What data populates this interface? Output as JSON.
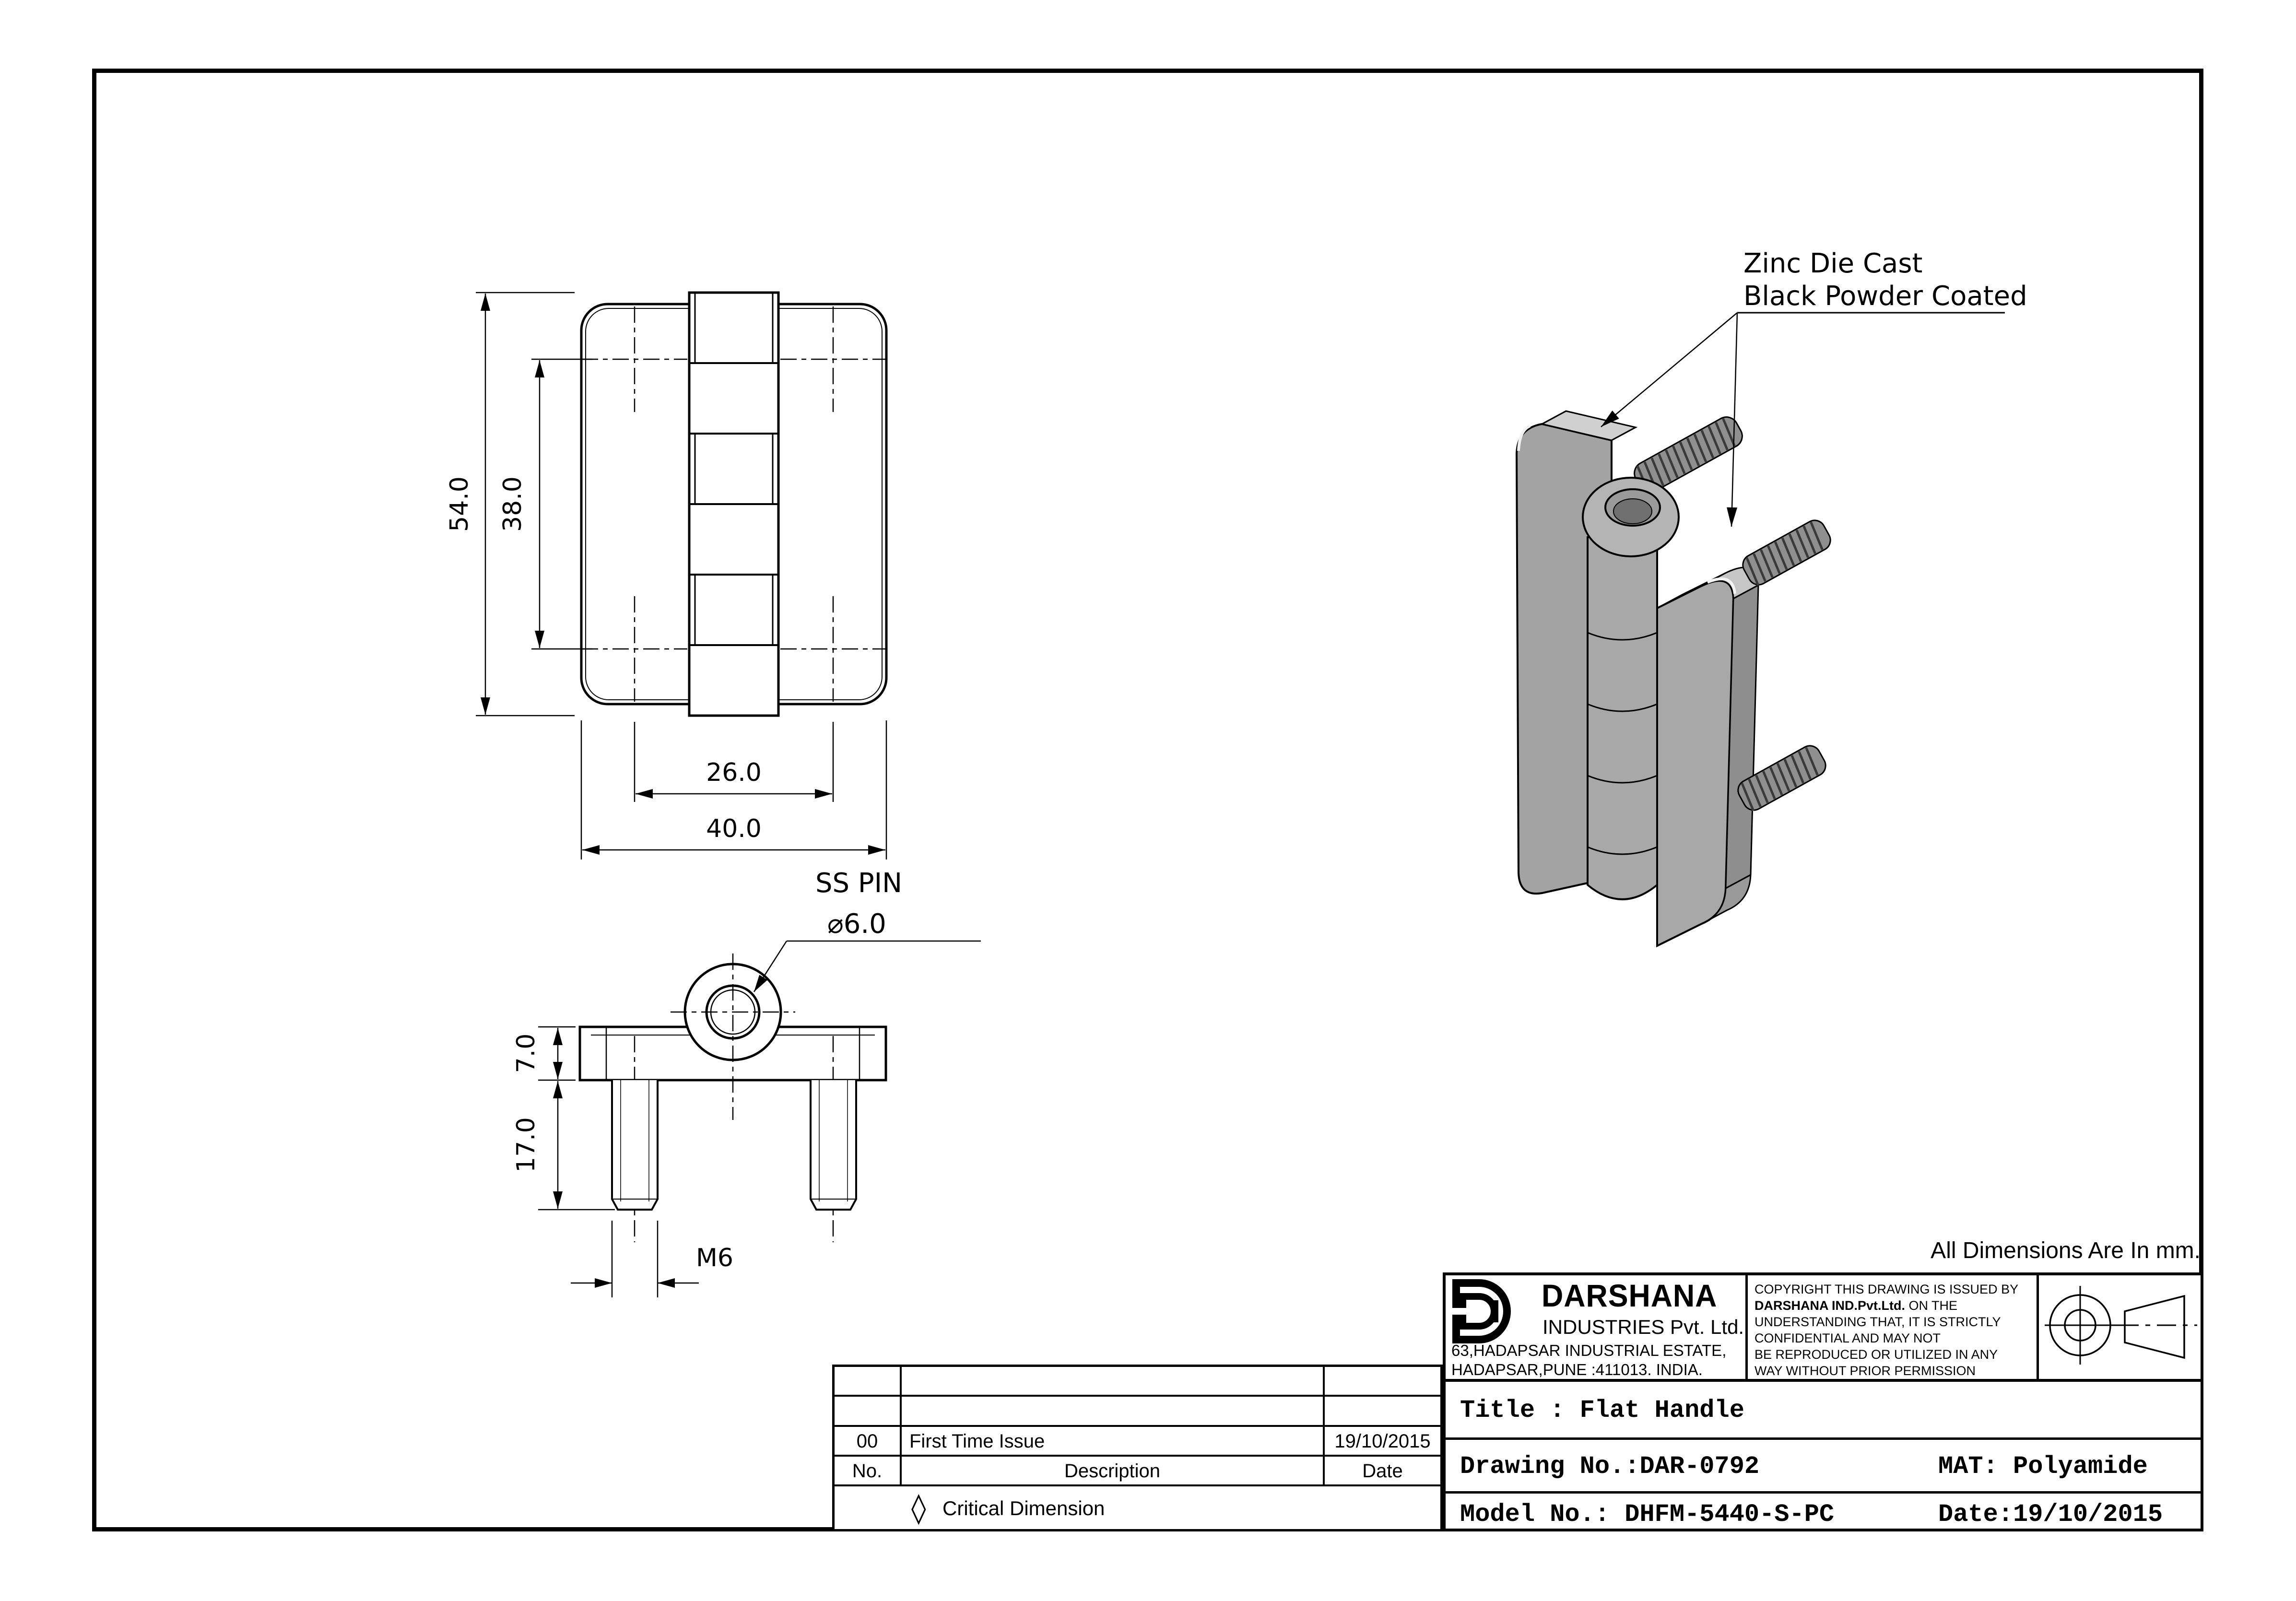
{
  "page": {
    "units_note": "All Dimensions Are In mm."
  },
  "views": {
    "front": {
      "dims": {
        "height": "54.0",
        "hole_span_v": "38.0",
        "hole_span_h": "26.0",
        "width": "40.0"
      }
    },
    "bottom": {
      "pin_callout": {
        "line1": "SS PIN",
        "line2": "⌀6.0"
      },
      "dims": {
        "thickness": "7.0",
        "stud_length": "17.0",
        "thread": "M6"
      }
    },
    "iso": {
      "callout": {
        "line1": "Zinc Die Cast",
        "line2": "Black Powder Coated"
      }
    }
  },
  "title_block": {
    "company": {
      "name": "DARSHANA",
      "subtitle": "INDUSTRIES Pvt. Ltd.",
      "address_line1": "63,HADAPSAR INDUSTRIAL ESTATE,",
      "address_line2": "HADAPSAR,PUNE :411013. INDIA."
    },
    "copyright": {
      "line1": "COPYRIGHT THIS DRAWING IS ISSUED BY",
      "bold_name": "DARSHANA IND.Pvt.Ltd.",
      "line2_rest": " ON THE",
      "line3": "UNDERSTANDING THAT, IT IS STRICTLY",
      "line4": "CONFIDENTIAL AND MAY NOT",
      "line5": "BE REPRODUCED OR UTILIZED IN ANY",
      "line6": "WAY WITHOUT PRIOR PERMISSION"
    },
    "title": "Title : Flat Handle",
    "drawing_no": "Drawing No.:DAR-0792",
    "material": "MAT: Polyamide",
    "model_no": "Model No.: DHFM-5440-S-PC",
    "date": "Date:19/10/2015"
  },
  "revision_table": {
    "headers": {
      "no": "No.",
      "description": "Description",
      "date": "Date"
    },
    "rows": [
      {
        "no": "00",
        "description": "First Time Issue",
        "date": "19/10/2015"
      }
    ],
    "note_symbol": "◊",
    "note": "Critical Dimension"
  }
}
